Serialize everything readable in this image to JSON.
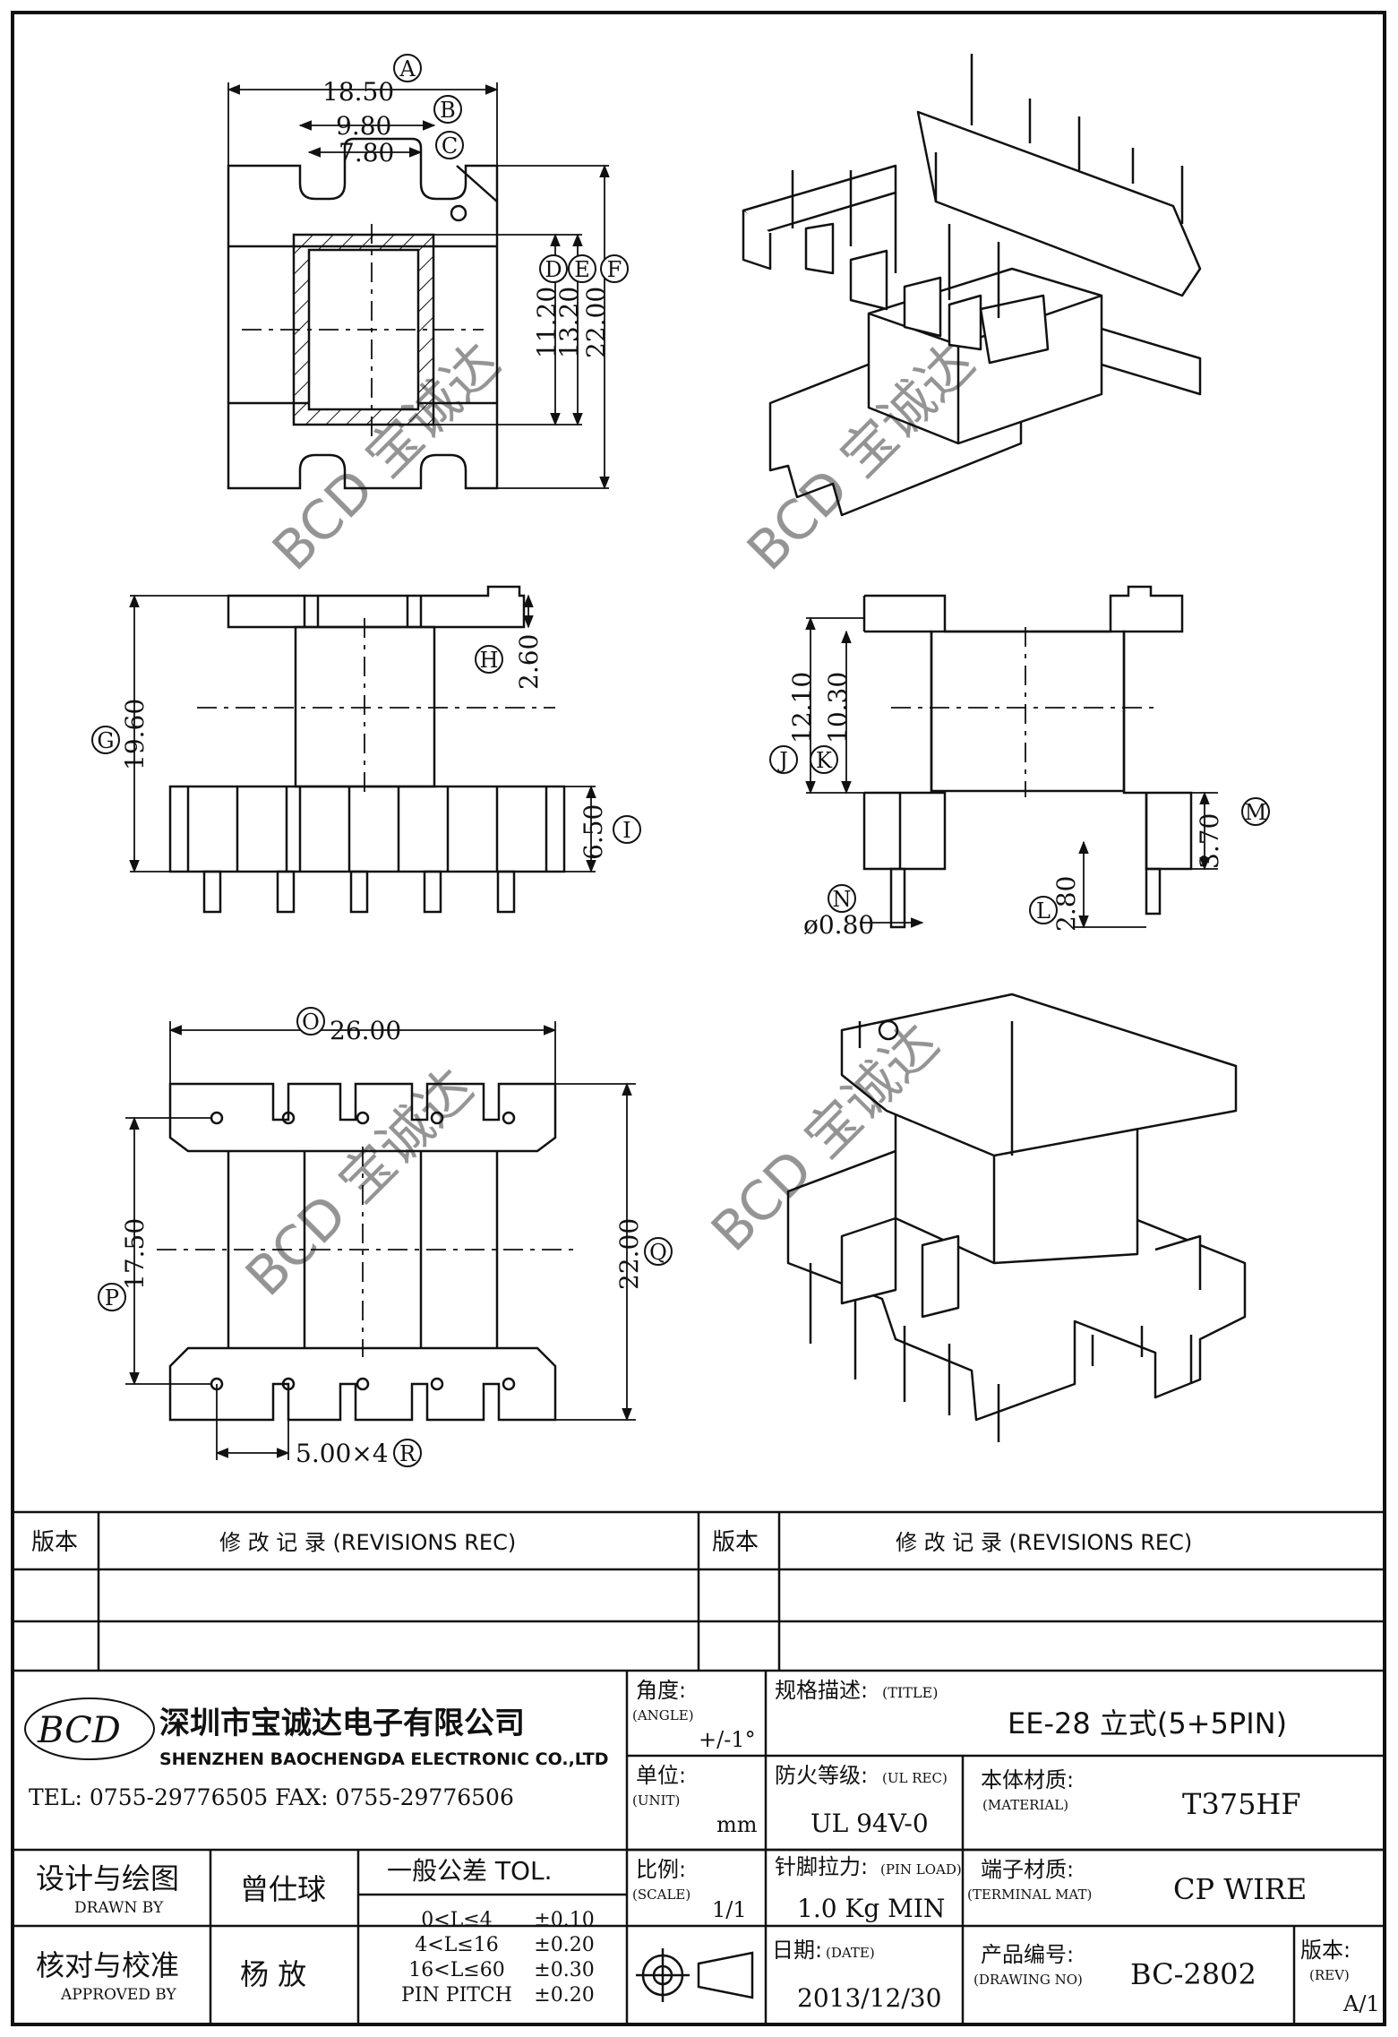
{
  "dims": {
    "a": "18.50",
    "b": "9.80",
    "c": "7.80",
    "d": "11.20",
    "e": "13.20",
    "f": "22.00",
    "g": "19.60",
    "h": "2.60",
    "i": "6.50",
    "j": "12.10",
    "k": "10.30",
    "m": "3.70",
    "l": "2.80",
    "n": "ø0.80",
    "o": "26.00",
    "p": "17.50",
    "q": "22.00",
    "r": "5.00×4"
  },
  "callouts": [
    "A",
    "B",
    "C",
    "D",
    "E",
    "F",
    "G",
    "H",
    "I",
    "J",
    "K",
    "L",
    "M",
    "N",
    "O",
    "P",
    "Q",
    "R"
  ],
  "watermark": "BCD 宝诚达",
  "revisions": {
    "col_version": "版本",
    "col_record": "修  改  记  录  (REVISIONS REC)"
  },
  "company": {
    "logo": "BCD",
    "name_cn": "深圳市宝诚达电子有限公司",
    "name_en": "SHENZHEN BAOCHENGDA ELECTRONIC CO.,LTD",
    "contact": "TEL: 0755-29776505  FAX: 0755-29776506"
  },
  "title_block": {
    "angle_label": "角度:",
    "angle_en": "(ANGLE)",
    "angle_value": "+/-1°",
    "unit_label": "单位:",
    "unit_en": "(UNIT)",
    "unit_value": "mm",
    "scale_label": "比例:",
    "scale_en": "(SCALE)",
    "scale_value": "1/1",
    "title_label": "规格描述:",
    "title_en": "(TITLE)",
    "title_value": "EE-28 立式(5+5PIN)",
    "ul_label": "防火等级:",
    "ul_en": "(UL REC)",
    "ul_value": "UL 94V-0",
    "material_label": "本体材质:",
    "material_en": "(MATERIAL)",
    "material_value": "T375HF",
    "pinload_label": "针脚拉力:",
    "pinload_en": "(PIN LOAD)",
    "pinload_value": "1.0 Kg MIN",
    "terminal_label": "端子材质:",
    "terminal_en": "(TERMINAL MAT)",
    "terminal_value": "CP WIRE",
    "date_label": "日期:",
    "date_en": "(DATE)",
    "date_value": "2013/12/30",
    "drawing_label": "产品编号:",
    "drawing_en": "(DRAWING NO)",
    "drawing_value": "BC-2802",
    "rev_label": "版本:",
    "rev_en": "(REV)",
    "rev_value": "A/1",
    "drawn_label": "设计与绘图",
    "drawn_en": "DRAWN BY",
    "drawn_value": "曾仕球",
    "approved_label": "核对与校准",
    "approved_en": "APPROVED BY",
    "approved_value": "杨  放",
    "tol_title": "一般公差 TOL.",
    "tol_rows": [
      [
        "0<L≤4",
        "±0.10"
      ],
      [
        "4<L≤16",
        "±0.20"
      ],
      [
        "16<L≤60",
        "±0.30"
      ],
      [
        "PIN PITCH",
        "±0.20"
      ]
    ]
  }
}
